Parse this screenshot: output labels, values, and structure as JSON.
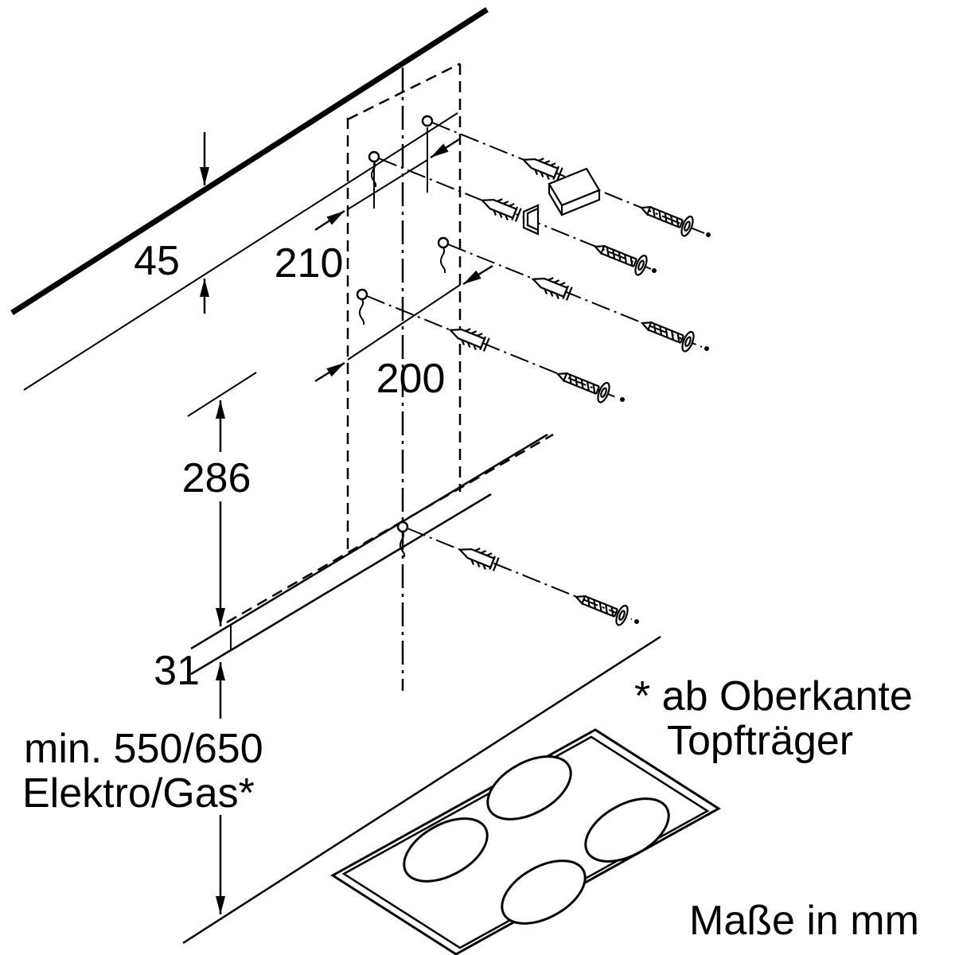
{
  "diagram": {
    "dims": {
      "d45": "45",
      "d210": "210",
      "d200": "200",
      "d286": "286",
      "d31": "31",
      "min_line1": "min. 550/650",
      "min_line2": "Elektro/Gas*"
    },
    "notes": {
      "footnote1": "* ab Oberkante",
      "footnote2": "Topfträger",
      "units": "Maße in mm"
    },
    "colors": {
      "ink": "#000000",
      "background": "#ffffff"
    }
  }
}
